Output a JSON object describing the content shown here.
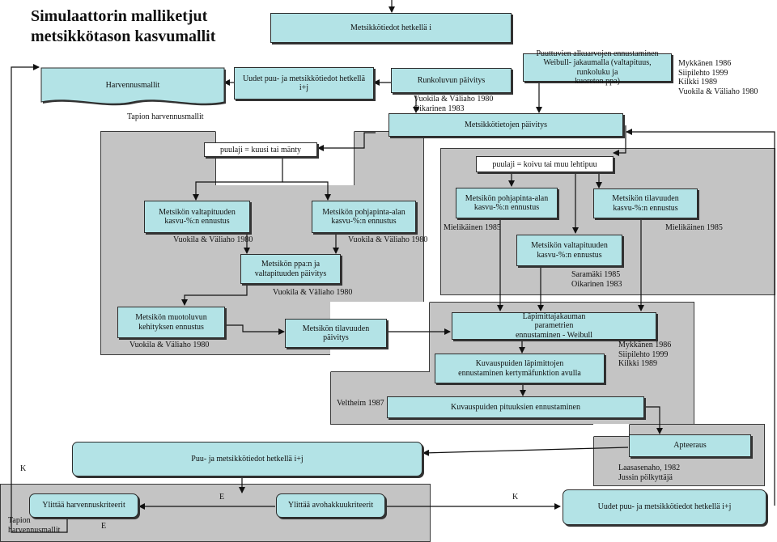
{
  "title": "Simulaattorin malliketjut\nmetsikkötason kasvumallit",
  "boxes": {
    "metsikkotiedot_i": "Metsikkötiedot hetkellä i",
    "harvennusmallit": "Harvennusmallit",
    "uudet_puu_metsikko": "Uudet puu- ja metsikkötiedot hetkellä i+j",
    "runkoluvun_paivitys": "Runkoluvun päivitys",
    "puuttuvien": "Puuttuvien alkuarvojen ennustaminen\nWeibull- jakaumalla (valtapituus, runkoluku ja\nkuoreton ppa)",
    "metsikkotietojen_paivitys": "Metsikkötietojen päivitys",
    "kuusi_manty": "puulaji = kuusi tai mänty",
    "koivu_lehtipuu": "puulaji = koivu tai muu lehtipuu",
    "valtapituuden_kasvu_left": "Metsikön valtapituuden\nkasvu-%:n  ennustus",
    "pohjapinta_kasvu_left": "Metsikön pohjapinta-alan\nkasvu-%:n  ennustus",
    "pohjapinta_kasvu_right": "Metsikön pohjapinta-alan\nkasvu-%:n  ennustus",
    "tilavuuden_kasvu_right": "Metsikön tilavuuden\nkasvu-%:n  ennustus",
    "ppa_valtapituus": "Metsikön ppa:n ja\nvaltapituuden päivitys",
    "valtapituuden_kasvu_right": "Metsikön valtapituuden\nkasvu-%:n  ennustus",
    "muotoluvun": "Metsikön muotoluvun\nkehityksen  ennustus",
    "tilavuuden_paivitys": "Metsikön tilavuuden päivitys",
    "lapimitta": "Läpimittajakauman\nparametrien\nennustaminen - Weibull",
    "kuvauspuiden_lapimitat": "Kuvauspuiden läpimittojen\nennustaminen kertymäfunktion avulla",
    "kuvauspuiden_pituudet": "Kuvauspuiden pituuksien ennustaminen",
    "apteeraus": "Apteeraus",
    "puu_metsikko_ij": "Puu- ja metsikkötiedot hetkellä i+j",
    "ylittaa_harvennus": "Ylittää harvennuskriteerit",
    "ylittaa_avohakkuu": "Ylittää avohakkuukriteerit",
    "uudet_bottom": "Uudet puu- ja metsikkötiedot hetkellä i+j"
  },
  "refs": {
    "tapion_harvennusmallit": "Tapion harvennusmallit",
    "vuokila_oikarinen": "Vuokila & Väliaho 1980\nOikarinen 1983",
    "mykkanen_top": "Mykkänen 1986\nSiipilehto 1999\nKilkki 1989\nVuokila & Väliaho 1980",
    "vuokila_1": "Vuokila & Väliaho 1980",
    "vuokila_2": "Vuokila & Väliaho 1980",
    "vuokila_3": "Vuokila & Väliaho 1980",
    "vuokila_4": "Vuokila & Väliaho 1980",
    "mielikainen_1": "Mielikäinen 1985",
    "mielikainen_2": "Mielikäinen 1985",
    "saramaki_oikarinen": "Saramäki 1985\nOikarinen 1983",
    "mykkanen_mid": "Mykkänen 1986\nSiipilehto 1999\nKilkki 1989",
    "veltheim": "Veltheim 1987",
    "laasasenaho": "Laasasenaho, 1982\nJussin pölkyttäjä",
    "tapion_bottom": "Tapion\nharvennusmallit"
  },
  "edge_labels": {
    "k_left": "K",
    "e_mid": "E",
    "k_mid": "K",
    "e_bottom": "E"
  }
}
